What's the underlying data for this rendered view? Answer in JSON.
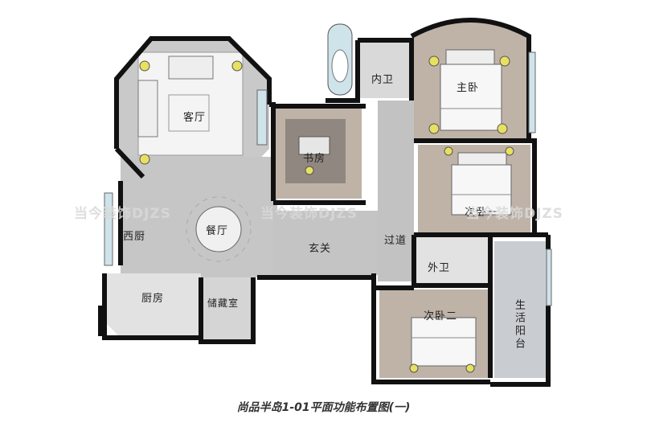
{
  "caption": "尚品半岛1-01平面功能布置图(一)",
  "watermark": "当今装饰DJZS",
  "rooms": {
    "living": "客厅",
    "dining": "餐厅",
    "western_kitchen": "西厨",
    "kitchen": "厨房",
    "storage": "储藏室",
    "study": "书房",
    "foyer": "玄关",
    "corridor": "过道",
    "inner_bath": "内卫",
    "master_bed": "主卧",
    "second_bed_1": "次卧一",
    "second_bed_2": "次卧二",
    "outer_bath": "外卫",
    "utility_balcony": "生活阳台"
  },
  "colors": {
    "wall": "#111111",
    "floor_gray": "#c9c9c9",
    "floor_taupe": "#bfb3a8",
    "bed_white": "#f7f7f7",
    "lamp_yellow": "#e8e060",
    "glass": "#cfe3ea"
  }
}
